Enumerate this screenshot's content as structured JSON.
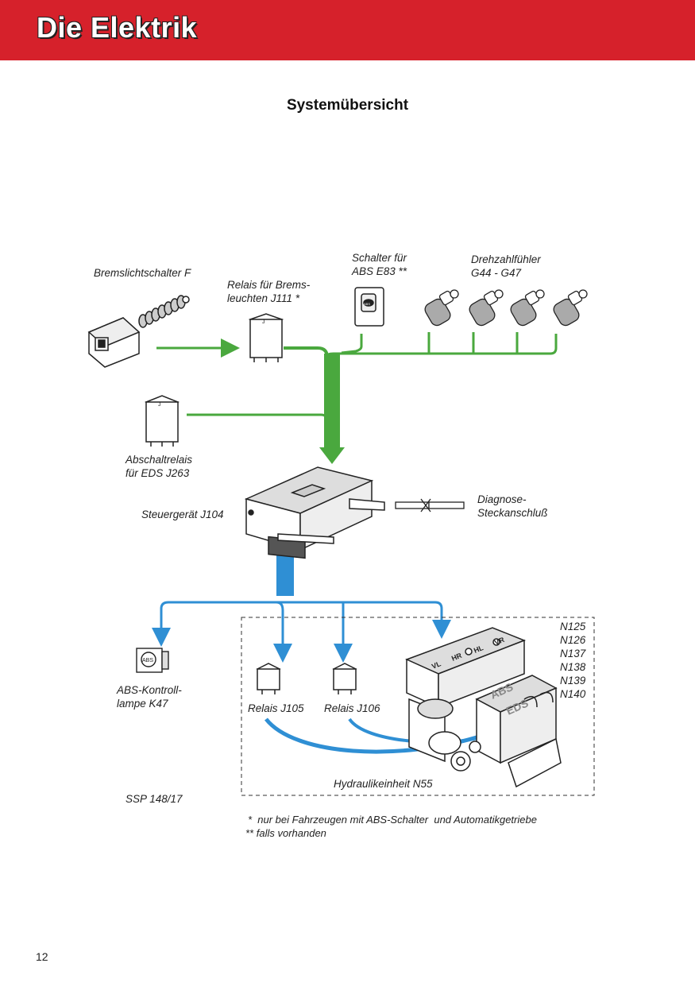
{
  "header": {
    "title": "Die Elektrik",
    "color": "#d6212b"
  },
  "section_title": "Systemübersicht",
  "components": {
    "bremslichtschalter": "Bremslichtschalter F",
    "relais_bremsleuchten": "Relais für Brems-\nleuchten J111 *",
    "schalter_abs": "Schalter für\nABS E83 **",
    "drehzahlfuehler": "Drehzahlfühler\nG44 - G47",
    "abschaltrelais": "Abschaltrelais\nfür EDS J263",
    "steuergeraet": "Steuergerät J104",
    "diagnose": "Diagnose-\nSteckanschluß",
    "abs_kontrolllampe": "ABS-Kontroll-\nlampe K47",
    "relais_j105": "Relais J105",
    "relais_j106": "Relais J106",
    "hydraulikeinheit": "Hydraulikeinheit N55",
    "valves": "N125\nN126\nN137\nN138\nN139\nN140"
  },
  "component_marks": {
    "relay": "J",
    "lamp_abs": "ABS",
    "switch_abs": "ABS",
    "hydraulic_abs": "ABS",
    "hydraulic_eds": "EDS",
    "valve_marks": [
      "VL",
      "HR",
      "HL",
      "VR"
    ]
  },
  "ssp_ref": "SSP 148/17",
  "footnotes": {
    "single": "*  nur bei Fahrzeugen mit ABS-Schalter  und Automatikgetriebe",
    "double": "** falls vorhanden"
  },
  "page_number": "12",
  "colors": {
    "input_signal": "#4aa83e",
    "output_signal": "#2f8fd4",
    "accent": "#d6212b"
  }
}
